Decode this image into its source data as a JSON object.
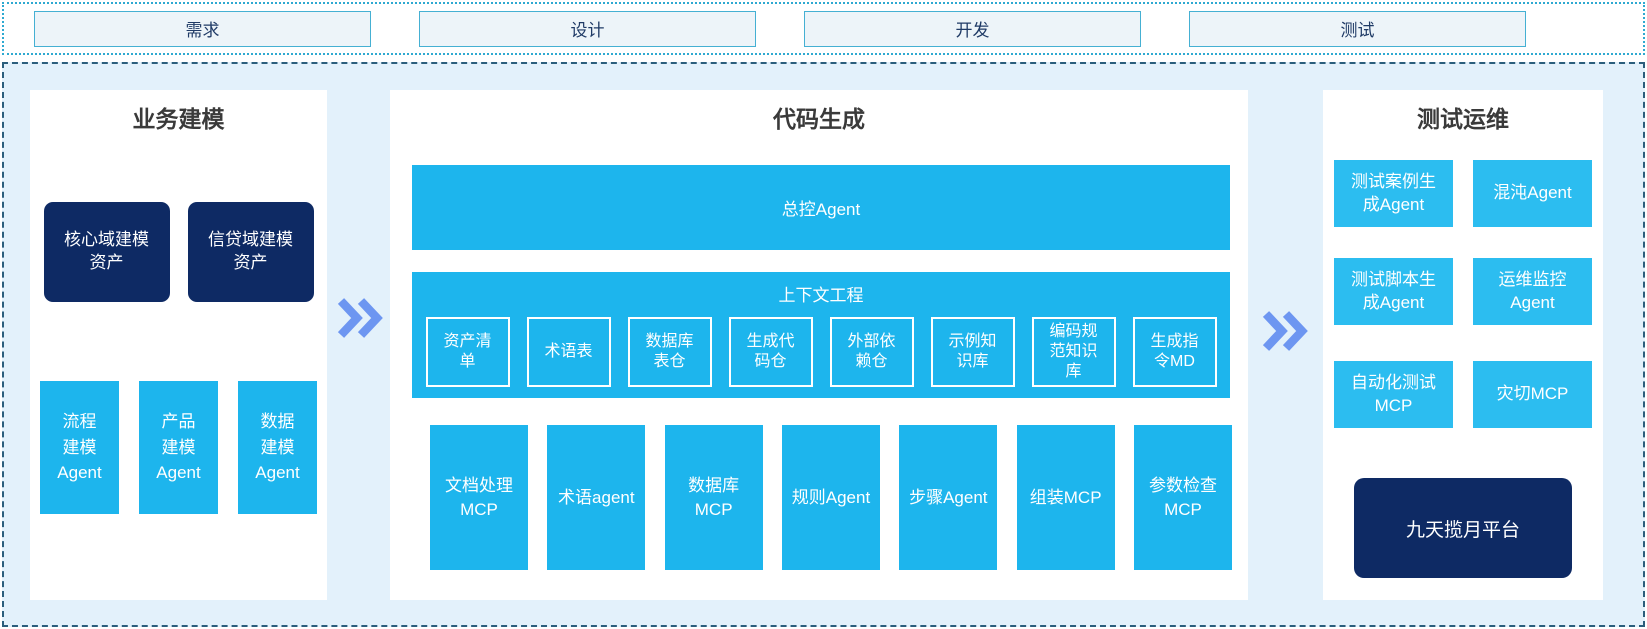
{
  "stages": {
    "items": [
      {
        "label": "需求"
      },
      {
        "label": "设计"
      },
      {
        "label": "开发"
      },
      {
        "label": "测试"
      }
    ]
  },
  "panels": {
    "business": {
      "title": "业务建模",
      "dark_boxes": [
        {
          "label": "核心域建模\n资产"
        },
        {
          "label": "信贷域建模\n资产"
        }
      ],
      "agent_boxes": [
        {
          "label": "流程\n建模\nAgent"
        },
        {
          "label": "产品\n建模\nAgent"
        },
        {
          "label": "数据\n建模\nAgent"
        }
      ]
    },
    "codegen": {
      "title": "代码生成",
      "master_agent": "总控Agent",
      "context": {
        "title": "上下文工程",
        "boxes": [
          {
            "label": "资产清\n单"
          },
          {
            "label": "术语表"
          },
          {
            "label": "数据库\n表仓"
          },
          {
            "label": "生成代\n码仓"
          },
          {
            "label": "外部依\n赖仓"
          },
          {
            "label": "示例知\n识库"
          },
          {
            "label": "编码规\n范知识\n库"
          },
          {
            "label": "生成指\n令MD"
          }
        ]
      },
      "bottom_boxes": [
        {
          "label": "文档处理\nMCP"
        },
        {
          "label": "术语agent"
        },
        {
          "label": "数据库\nMCP"
        },
        {
          "label": "规则Agent"
        },
        {
          "label": "步骤Agent"
        },
        {
          "label": "组装MCP"
        },
        {
          "label": "参数检查\nMCP"
        }
      ]
    },
    "testops": {
      "title": "测试运维",
      "boxes": [
        {
          "label": "测试案例生\n成Agent"
        },
        {
          "label": "混沌Agent"
        },
        {
          "label": "测试脚本生\n成Agent"
        },
        {
          "label": "运维监控\nAgent"
        },
        {
          "label": "自动化测试\nMCP"
        },
        {
          "label": "灾切MCP"
        }
      ],
      "platform": {
        "label": "九天揽月平台"
      }
    }
  },
  "colors": {
    "cyan": "#1db5ed",
    "cyan_light": "#2cbdf0",
    "navy": "#0e2a64",
    "container_bg": "#e3f1fb",
    "container_border": "#2b5e7c",
    "strip_border": "#2ea9d1",
    "stage_bg": "#edf4f9",
    "stage_border": "#45b0d3",
    "stage_text": "#1f3a66",
    "arrow": "#6d96f1",
    "title_text": "#3a3a3a"
  }
}
